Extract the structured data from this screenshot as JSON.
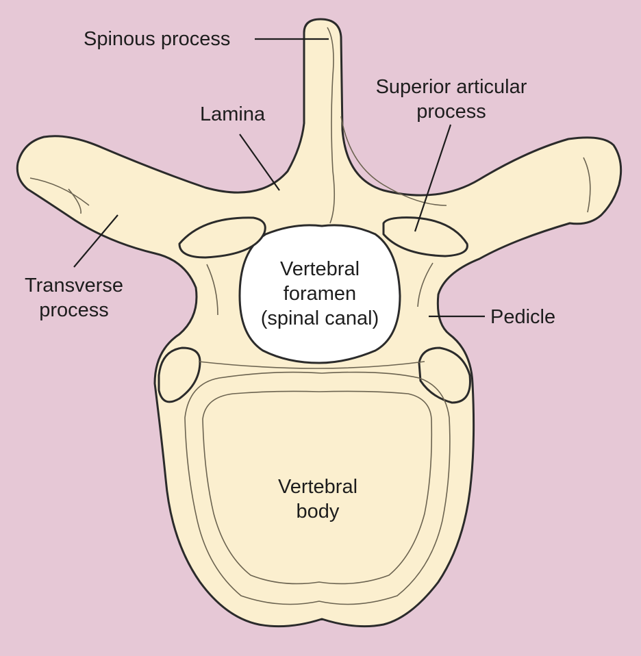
{
  "labels": {
    "spinous_process": "Spinous process",
    "lamina": "Lamina",
    "superior_articular_line1": "Superior articular",
    "superior_articular_line2": "process",
    "transverse_line1": "Transverse",
    "transverse_line2": "process",
    "pedicle": "Pedicle",
    "foramen_line1": "Vertebral",
    "foramen_line2": "foramen",
    "foramen_line3": "(spinal canal)",
    "body_line1": "Vertebral",
    "body_line2": "body"
  },
  "colors": {
    "background": "#e6c8d6",
    "bone": "#fbefcf",
    "outline": "#2b2b2b",
    "foramen": "#ffffff"
  }
}
